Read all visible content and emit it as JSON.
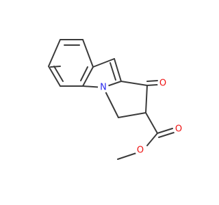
{
  "molecule": {
    "atoms": [
      {
        "label": "N",
        "color": "#2a2aee"
      },
      {
        "label": "O",
        "color": "#ee1111"
      },
      {
        "label": "O",
        "color": "#ee1111"
      },
      {
        "label": "O",
        "color": "#ee1111"
      }
    ],
    "bond_color": "#3a3a3a"
  }
}
